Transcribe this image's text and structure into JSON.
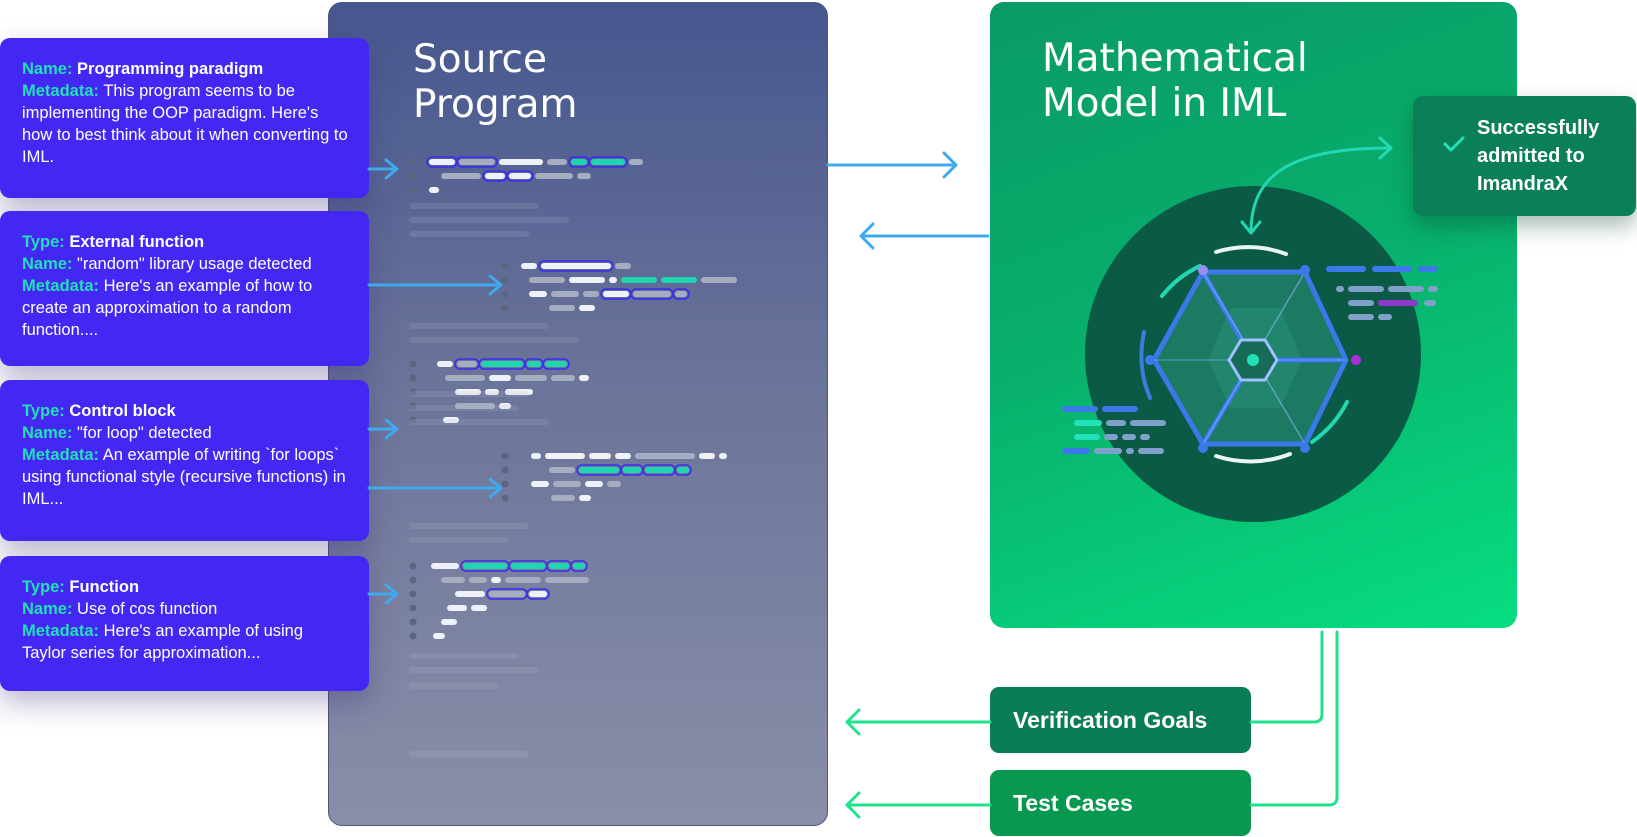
{
  "source_panel": {
    "title": "Source\nProgram"
  },
  "model_panel": {
    "title": "Mathematical\nModel in IML"
  },
  "status_badge": {
    "text": "Successfully\nadmitted to\nImandraX"
  },
  "info_cards": [
    {
      "lines": [
        {
          "key": "Name:",
          "value": "Programming paradigm",
          "bold": true
        },
        {
          "key": "Metadata:",
          "value": "This program seems to be implementing the OOP paradigm. Here's how to best think about it when converting to IML.",
          "bold": false
        }
      ]
    },
    {
      "lines": [
        {
          "key": "Type:",
          "value": "External function",
          "bold": true
        },
        {
          "key": "Name:",
          "value": "\"random\" library usage detected",
          "bold": false
        },
        {
          "key": "Metadata:",
          "value": "Here's an example of how to create an approximation to a random function....",
          "bold": false
        }
      ]
    },
    {
      "lines": [
        {
          "key": "Type:",
          "value": "Control block",
          "bold": true
        },
        {
          "key": "Name:",
          "value": "\"for loop\" detected",
          "bold": false
        },
        {
          "key": "Metadata:",
          "value": "An example of writing `for loops` using functional style (recursive functions) in IML...",
          "bold": false
        }
      ]
    },
    {
      "lines": [
        {
          "key": "Type:",
          "value": "Function",
          "bold": true
        },
        {
          "key": "Name:",
          "value": "Use of cos function",
          "bold": false
        },
        {
          "key": "Metadata:",
          "value": "Here's an example of using Taylor series for approximation...",
          "bold": false
        }
      ]
    }
  ],
  "outputs": {
    "verification_goals": "Verification Goals",
    "test_cases": "Test Cases"
  },
  "colors": {
    "card_bg": "#4328f4",
    "card_key": "#22e0b8",
    "arrow_blue": "#3fa9ee",
    "arrow_green": "#1fe28c",
    "model_green": "#08ae6c",
    "badge_green": "#0b7f58"
  },
  "icons": [
    "check-icon",
    "logic-hexagon-icon",
    "arrow-right-icon",
    "arrow-left-icon"
  ]
}
